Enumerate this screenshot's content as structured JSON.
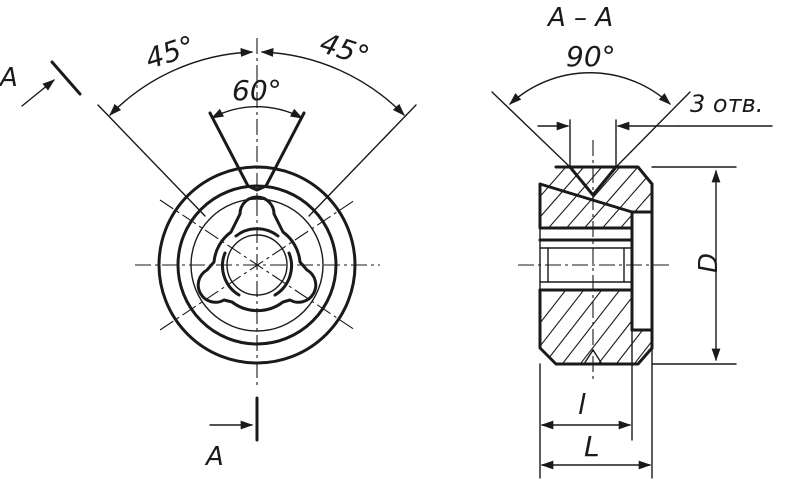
{
  "drawing": {
    "section_mark_top": "A",
    "section_mark_bottom": "A",
    "angle_outer_left": "45°",
    "angle_outer_right": "45°",
    "angle_inner": "60°",
    "section_title": "A – A",
    "countersink_angle": "90°",
    "holes_note": "3 отв.",
    "dim_diameter": "D",
    "dim_thread_length": "l",
    "dim_total_length": "L"
  }
}
